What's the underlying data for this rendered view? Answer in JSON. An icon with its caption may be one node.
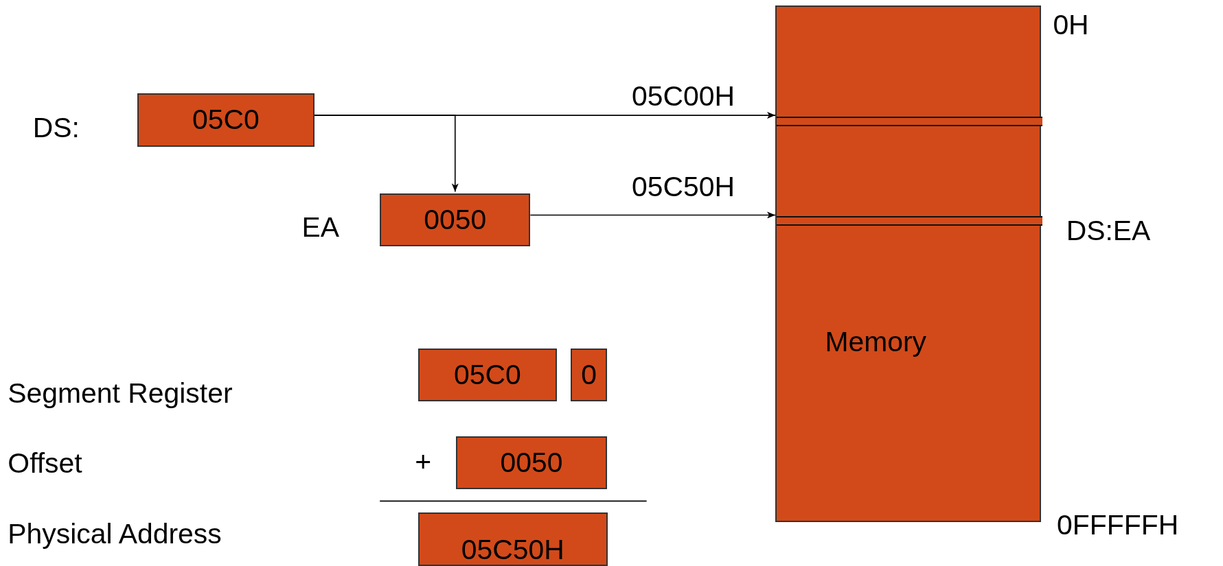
{
  "diagram": {
    "nodes": [
      {
        "text": [
          "05C0"
        ],
        "beside": [
          "DS:"
        ]
      },
      {
        "text": [
          "0050"
        ],
        "beside": [
          "EA"
        ]
      },
      {
        "text": [
          "Memory"
        ]
      },
      {
        "text": [],
        "shape": "bar",
        "in": 2
      },
      {
        "text": [],
        "shape": "bar",
        "in": 2
      },
      {
        "text": [
          "05C0"
        ]
      },
      {
        "text": [
          "0"
        ]
      },
      {
        "text": [
          "0050"
        ]
      },
      {
        "text": [
          "05C50H"
        ]
      }
    ],
    "edges": [
      {
        "from": 0,
        "to": 3,
        "arrow": "to",
        "label": "05C00H"
      },
      {
        "from": 0,
        "to": 1,
        "arrow": "to"
      },
      {
        "from": 1,
        "to": 4,
        "arrow": "to",
        "label": "05C50H"
      }
    ],
    "labels": [
      "0H",
      "DS:EA",
      "0FFFFFH",
      "Segment Register",
      "Offset",
      "+",
      "Physical Address"
    ]
  }
}
